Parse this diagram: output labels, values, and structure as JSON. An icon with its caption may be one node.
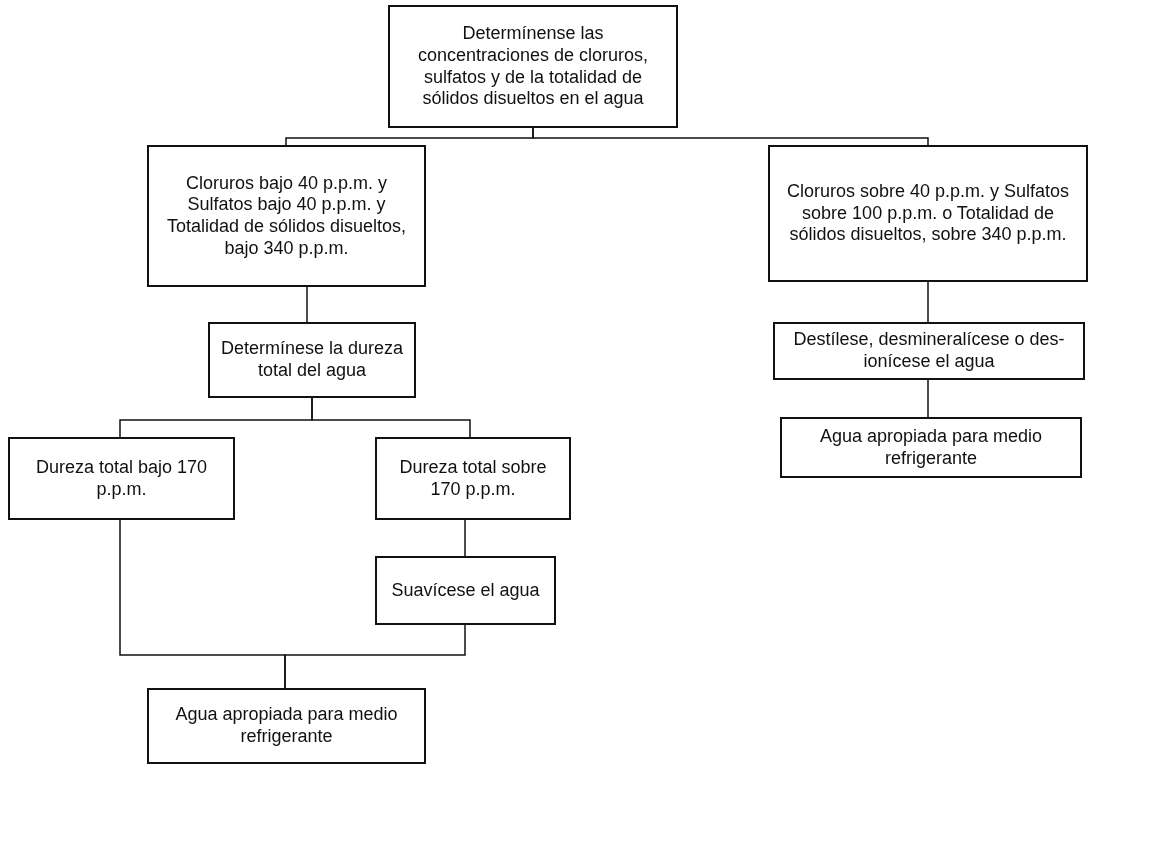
{
  "diagram": {
    "nodes": [
      {
        "text": [
          "Determínense las concentraciones de cloruros, sulfatos y de la totalidad de sólidos disueltos en el agua"
        ]
      },
      {
        "text": [
          "Cloruros bajo 40 p.p.m. y Sulfatos bajo 40 p.p.m. y Totalidad de sólidos disueltos, bajo 340 p.p.m."
        ]
      },
      {
        "text": [
          "Cloruros sobre 40 p.p.m. y Sulfatos sobre 100 p.p.m. o Totalidad de sólidos disueltos, sobre 340 p.p.m."
        ]
      },
      {
        "text": [
          "Determínese la dureza total del agua"
        ]
      },
      {
        "text": [
          "Destílese, desmineralícese o des-ionícese el agua"
        ]
      },
      {
        "text": [
          "Agua apropiada para medio refrigerante"
        ]
      },
      {
        "text": [
          "Dureza total bajo 170 p.p.m."
        ]
      },
      {
        "text": [
          "Dureza total sobre 170 p.p.m."
        ]
      },
      {
        "text": [
          "Suavícese el agua"
        ]
      },
      {
        "text": [
          "Agua apropiada para medio refrigerante"
        ]
      }
    ],
    "edges": [
      {
        "from": 0,
        "to": 1,
        "arrow": "none"
      },
      {
        "from": 0,
        "to": 2,
        "arrow": "none"
      },
      {
        "from": 1,
        "to": 3,
        "arrow": "none"
      },
      {
        "from": 2,
        "to": 4,
        "arrow": "none"
      },
      {
        "from": 4,
        "to": 5,
        "arrow": "none"
      },
      {
        "from": 3,
        "to": 6,
        "arrow": "none"
      },
      {
        "from": 3,
        "to": 7,
        "arrow": "none"
      },
      {
        "from": 7,
        "to": 8,
        "arrow": "none"
      },
      {
        "from": 6,
        "to": 9,
        "arrow": "none"
      },
      {
        "from": 8,
        "to": 9,
        "arrow": "none"
      }
    ]
  }
}
